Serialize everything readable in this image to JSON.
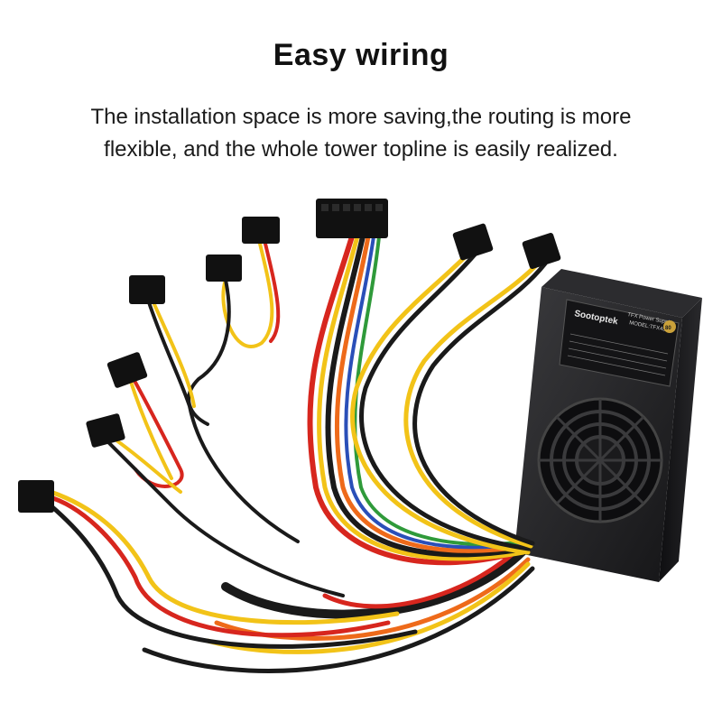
{
  "heading": "Easy wiring",
  "description": {
    "line1": "The installation space is more saving,the routing is more",
    "line2": "flexible, and the whole tower topline is easily realized."
  },
  "product": {
    "brand": "Sootoptek",
    "label_line1": "TFX Power Supply",
    "label_line2": "MODEL:TFX450",
    "badge": "80"
  },
  "colors": {
    "wire_red": "#d7261e",
    "wire_yellow": "#f2c318",
    "wire_black": "#1a1a1a",
    "wire_orange": "#ee6a1a",
    "wire_blue": "#2a4fb8",
    "wire_green": "#2f9a3a",
    "psu_body": "#1e1e20"
  }
}
